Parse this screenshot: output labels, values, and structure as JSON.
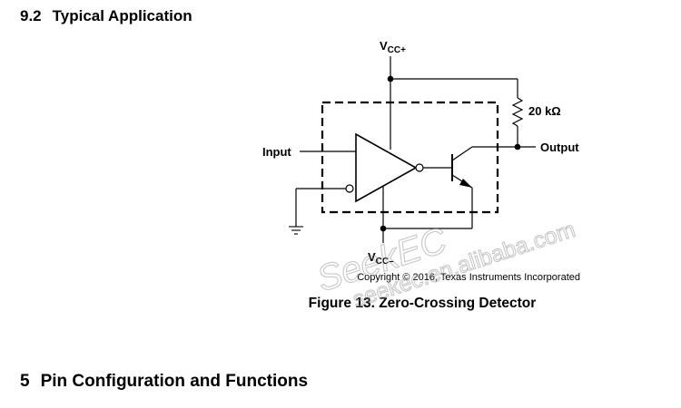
{
  "section_9_2": {
    "number": "9.2",
    "title": "Typical Application"
  },
  "figure": {
    "labels": {
      "vcc_plus_main": "V",
      "vcc_plus_sub": "CC+",
      "vcc_minus_main": "V",
      "vcc_minus_sub": "CC–",
      "resistor": "20 kΩ",
      "input": "Input",
      "output": "Output"
    },
    "copyright": "Copyright © 2016, Texas Instruments Incorporated",
    "caption": "Figure 13.  Zero-Crossing Detector"
  },
  "watermark": {
    "brand": "SeekEC",
    "site": "seekec.en.alibaba.com"
  },
  "section_5": {
    "number": "5",
    "title": "Pin Configuration and Functions"
  }
}
